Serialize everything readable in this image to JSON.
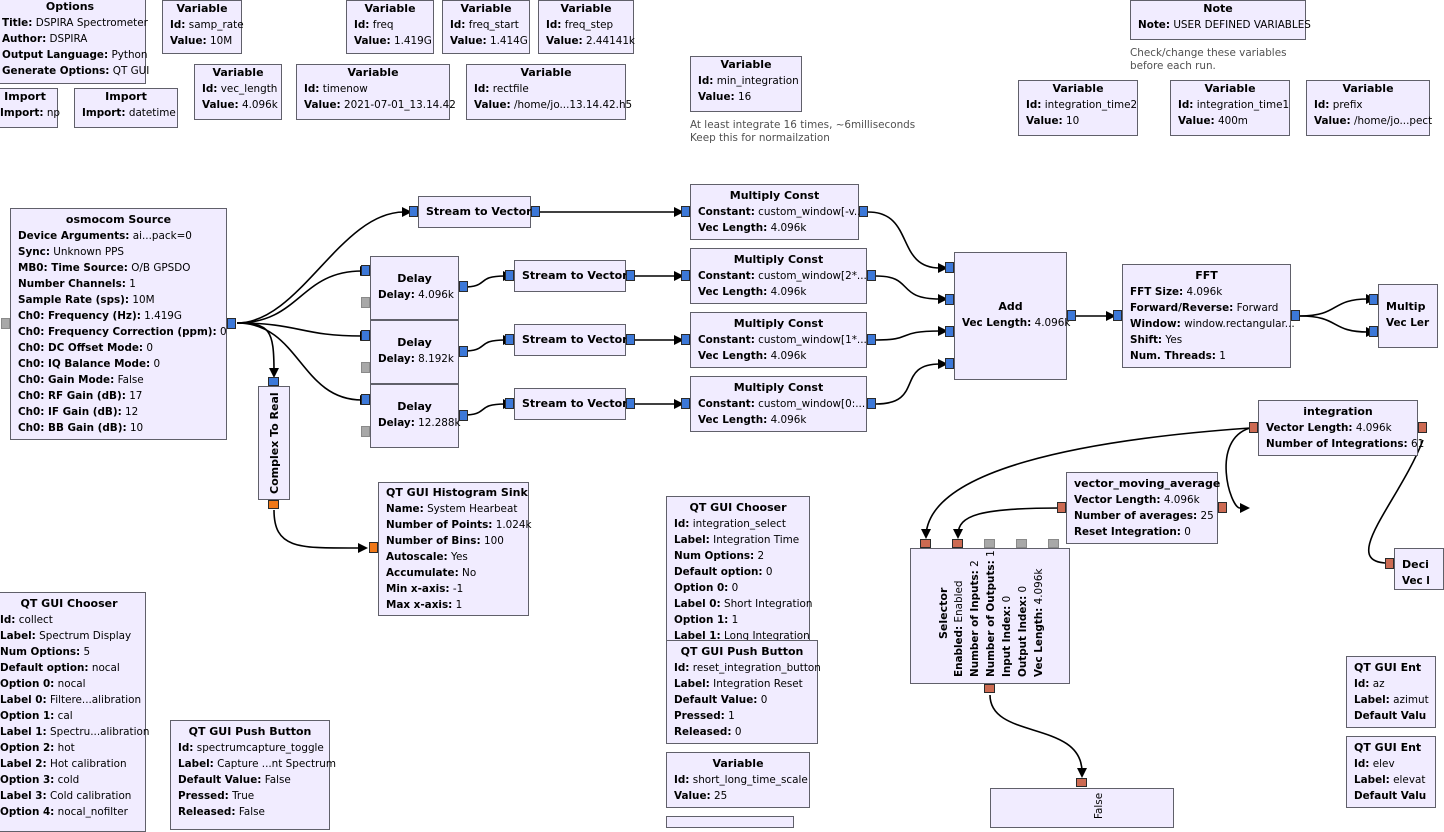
{
  "colors": {
    "block_fill": "#f1ecff",
    "block_border": "#60606a",
    "complex_port": "#3c78d8",
    "float_port": "#f07818",
    "byte_port": "#cc6a52",
    "disabled_port": "#a8a8a8"
  },
  "blocks": {
    "options": {
      "title": "Options",
      "params": [
        [
          "Title:",
          "DSPIRA Spectrometer"
        ],
        [
          "Author:",
          "DSPIRA"
        ],
        [
          "Output Language:",
          "Python"
        ],
        [
          "Generate Options:",
          "QT GUI"
        ]
      ]
    },
    "var_samp_rate": {
      "title": "Variable",
      "params": [
        [
          "Id:",
          "samp_rate"
        ],
        [
          "Value:",
          "10M"
        ]
      ]
    },
    "var_freq": {
      "title": "Variable",
      "params": [
        [
          "Id:",
          "freq"
        ],
        [
          "Value:",
          "1.419G"
        ]
      ]
    },
    "var_freq_start": {
      "title": "Variable",
      "params": [
        [
          "Id:",
          "freq_start"
        ],
        [
          "Value:",
          "1.414G"
        ]
      ]
    },
    "var_freq_step": {
      "title": "Variable",
      "params": [
        [
          "Id:",
          "freq_step"
        ],
        [
          "Value:",
          "2.44141k"
        ]
      ]
    },
    "note_user": {
      "title": "Note",
      "params": [
        [
          "Note:",
          "USER DEFINED VARIABLES"
        ]
      ]
    },
    "import_np": {
      "title": "Import",
      "params": [
        [
          "Import:",
          "np"
        ]
      ]
    },
    "import_datetime": {
      "title": "Import",
      "params": [
        [
          "Import:",
          "datetime"
        ]
      ]
    },
    "var_vec_length": {
      "title": "Variable",
      "params": [
        [
          "Id:",
          "vec_length"
        ],
        [
          "Value:",
          "4.096k"
        ]
      ]
    },
    "var_timenow": {
      "title": "Variable",
      "params": [
        [
          "Id:",
          "timenow"
        ],
        [
          "Value:",
          "2021-07-01_13.14.42"
        ]
      ]
    },
    "var_rectfile": {
      "title": "Variable",
      "params": [
        [
          "Id:",
          "rectfile"
        ],
        [
          "Value:",
          "/home/jo...13.14.42.h5"
        ]
      ]
    },
    "var_min_integration": {
      "title": "Variable",
      "params": [
        [
          "Id:",
          "min_integration"
        ],
        [
          "Value:",
          "16"
        ]
      ]
    },
    "var_integration_time2": {
      "title": "Variable",
      "params": [
        [
          "Id:",
          "integration_time2"
        ],
        [
          "Value:",
          "10"
        ]
      ]
    },
    "var_integration_time1": {
      "title": "Variable",
      "params": [
        [
          "Id:",
          "integration_time1"
        ],
        [
          "Value:",
          "400m"
        ]
      ]
    },
    "var_prefix": {
      "title": "Variable",
      "params": [
        [
          "Id:",
          "prefix"
        ],
        [
          "Value:",
          "/home/jo...pect"
        ]
      ]
    },
    "osmocom": {
      "title": "osmocom Source",
      "params": [
        [
          "Device Arguments:",
          "ai...pack=0"
        ],
        [
          "Sync:",
          "Unknown PPS"
        ],
        [
          "MB0: Time Source:",
          "O/B GPSDO"
        ],
        [
          "Number Channels:",
          "1"
        ],
        [
          "Sample Rate (sps):",
          "10M"
        ],
        [
          "Ch0: Frequency (Hz):",
          "1.419G"
        ],
        [
          "Ch0: Frequency Correction (ppm):",
          "0"
        ],
        [
          "Ch0: DC Offset Mode:",
          "0"
        ],
        [
          "Ch0: IQ Balance Mode:",
          "0"
        ],
        [
          "Ch0: Gain Mode:",
          "False"
        ],
        [
          "Ch0: RF Gain (dB):",
          "17"
        ],
        [
          "Ch0: IF Gain (dB):",
          "12"
        ],
        [
          "Ch0: BB Gain (dB):",
          "10"
        ]
      ]
    },
    "stv0": {
      "title": "Stream to Vector",
      "params": []
    },
    "stv1": {
      "title": "Stream to Vector",
      "params": []
    },
    "stv2": {
      "title": "Stream to Vector",
      "params": []
    },
    "stv3": {
      "title": "Stream to Vector",
      "params": []
    },
    "delay1": {
      "title": "Delay",
      "params": [
        [
          "Delay:",
          "4.096k"
        ]
      ]
    },
    "delay2": {
      "title": "Delay",
      "params": [
        [
          "Delay:",
          "8.192k"
        ]
      ]
    },
    "delay3": {
      "title": "Delay",
      "params": [
        [
          "Delay:",
          "12.288k"
        ]
      ]
    },
    "mc0": {
      "title": "Multiply Const",
      "params": [
        [
          "Constant:",
          "custom_window[-v..."
        ],
        [
          "Vec Length:",
          "4.096k"
        ]
      ]
    },
    "mc1": {
      "title": "Multiply Const",
      "params": [
        [
          "Constant:",
          "custom_window[2*..."
        ],
        [
          "Vec Length:",
          "4.096k"
        ]
      ]
    },
    "mc2": {
      "title": "Multiply Const",
      "params": [
        [
          "Constant:",
          "custom_window[1*..."
        ],
        [
          "Vec Length:",
          "4.096k"
        ]
      ]
    },
    "mc3": {
      "title": "Multiply Const",
      "params": [
        [
          "Constant:",
          "custom_window[0:..."
        ],
        [
          "Vec Length:",
          "4.096k"
        ]
      ]
    },
    "add": {
      "title": "Add",
      "params": [
        [
          "Vec Length:",
          "4.096k"
        ]
      ]
    },
    "fft": {
      "title": "FFT",
      "params": [
        [
          "FFT Size:",
          "4.096k"
        ],
        [
          "Forward/Reverse:",
          "Forward"
        ],
        [
          "Window:",
          "window.rectangular..."
        ],
        [
          "Shift:",
          "Yes"
        ],
        [
          "Num. Threads:",
          "1"
        ]
      ]
    },
    "multiply_partial": {
      "title": "Multip",
      "params": [
        [
          "Vec Ler",
          ""
        ]
      ]
    },
    "c2r": {
      "title": "Complex To Real"
    },
    "histogram": {
      "title": "QT GUI Histogram Sink",
      "params": [
        [
          "Name:",
          "System Hearbeat"
        ],
        [
          "Number of Points:",
          "1.024k"
        ],
        [
          "Number of Bins:",
          "100"
        ],
        [
          "Autoscale:",
          "Yes"
        ],
        [
          "Accumulate:",
          "No"
        ],
        [
          "Min x-axis:",
          "-1"
        ],
        [
          "Max x-axis:",
          "1"
        ]
      ]
    },
    "integration": {
      "title": "integration",
      "params": [
        [
          "Vector Length:",
          "4.096k"
        ],
        [
          "Number of Integrations:",
          "61"
        ]
      ]
    },
    "vma": {
      "title": "vector_moving_average",
      "params": [
        [
          "Vector Length:",
          "4.096k"
        ],
        [
          "Number of averages:",
          "25"
        ],
        [
          "Reset Integration:",
          "0"
        ]
      ]
    },
    "selector": {
      "title": "Selector",
      "params": [
        [
          "Enabled:",
          "Enabled"
        ],
        [
          "Number of Inputs:",
          "2"
        ],
        [
          "Number of Outputs:",
          "1"
        ],
        [
          "Input Index:",
          "0"
        ],
        [
          "Output Index:",
          "0"
        ],
        [
          "Vec Length:",
          "4.096k"
        ]
      ]
    },
    "chooser_integration": {
      "title": "QT GUI Chooser",
      "params": [
        [
          "Id:",
          "integration_select"
        ],
        [
          "Label:",
          "Integration Time"
        ],
        [
          "Num Options:",
          "2"
        ],
        [
          "Default option:",
          "0"
        ],
        [
          "Option 0:",
          "0"
        ],
        [
          "Label 0:",
          "Short Integration"
        ],
        [
          "Option 1:",
          "1"
        ],
        [
          "Label 1:",
          "Long Integration"
        ]
      ]
    },
    "pushbutton_reset": {
      "title": "QT GUI Push Button",
      "params": [
        [
          "Id:",
          "reset_integration_button"
        ],
        [
          "Label:",
          "Integration Reset"
        ],
        [
          "Default Value:",
          "0"
        ],
        [
          "Pressed:",
          "1"
        ],
        [
          "Released:",
          "0"
        ]
      ]
    },
    "var_short_long": {
      "title": "Variable",
      "params": [
        [
          "Id:",
          "short_long_time_scale"
        ],
        [
          "Value:",
          "25"
        ]
      ]
    },
    "chooser_collect": {
      "title": "QT GUI Chooser",
      "params": [
        [
          "Id:",
          "collect"
        ],
        [
          "Label:",
          "Spectrum Display"
        ],
        [
          "Num Options:",
          "5"
        ],
        [
          "Default option:",
          "nocal"
        ],
        [
          "Option 0:",
          "nocal"
        ],
        [
          "Label 0:",
          "Filtere...alibration"
        ],
        [
          "Option 1:",
          "cal"
        ],
        [
          "Label 1:",
          "Spectru...alibration"
        ],
        [
          "Option 2:",
          "hot"
        ],
        [
          "Label 2:",
          "Hot calibration"
        ],
        [
          "Option 3:",
          "cold"
        ],
        [
          "Label 3:",
          "Cold calibration"
        ],
        [
          "Option 4:",
          "nocal_nofilter"
        ]
      ]
    },
    "pushbutton_capture": {
      "title": "QT GUI Push Button",
      "params": [
        [
          "Id:",
          "spectrumcapture_toggle"
        ],
        [
          "Label:",
          "Capture ...nt Spectrum"
        ],
        [
          "Default Value:",
          "False"
        ],
        [
          "Pressed:",
          "True"
        ],
        [
          "Released:",
          "False"
        ]
      ]
    },
    "decim_partial": {
      "title": "Deci",
      "params": [
        [
          "Vec l",
          ""
        ]
      ]
    },
    "entry_az": {
      "title": "QT GUI Ent",
      "params": [
        [
          "Id:",
          "az"
        ],
        [
          "Label:",
          "azimut"
        ],
        [
          "Default Valu",
          ""
        ]
      ]
    },
    "entry_elev": {
      "title": "QT GUI Ent",
      "params": [
        [
          "Id:",
          "elev"
        ],
        [
          "Label:",
          "elevat"
        ],
        [
          "Default Valu",
          ""
        ]
      ]
    },
    "false_block": {
      "text": "False"
    }
  },
  "notes": {
    "user_vars": [
      "Check/change these variables",
      "before each run."
    ],
    "min_integration": [
      "At least integrate 16 times, ~6milliseconds",
      "Keep this for normailzation"
    ]
  }
}
